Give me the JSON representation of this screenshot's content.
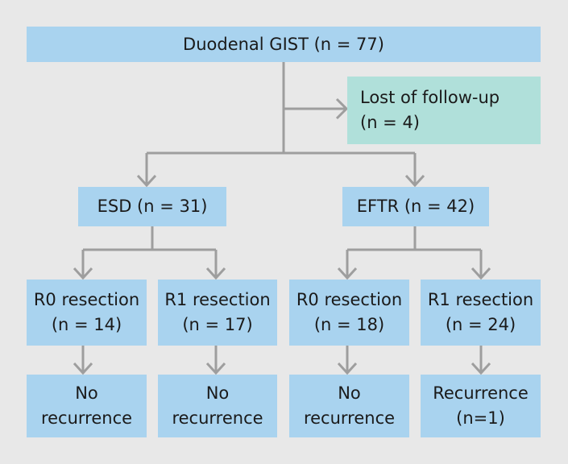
{
  "root": {
    "label": "Duodenal GIST (n = 77)"
  },
  "lost": {
    "line1": "Lost of follow-up",
    "line2": "(n = 4)"
  },
  "esd": {
    "label": "ESD (n = 31)",
    "r0": {
      "line1": "R0 resection",
      "line2": "(n = 14)",
      "outcome1": "No",
      "outcome2": "recurrence"
    },
    "r1": {
      "line1": "R1 resection",
      "line2": "(n = 17)",
      "outcome1": "No",
      "outcome2": "recurrence"
    }
  },
  "eftr": {
    "label": "EFTR (n = 42)",
    "r0": {
      "line1": "R0 resection",
      "line2": "(n = 18)",
      "outcome1": "No",
      "outcome2": "recurrence"
    },
    "r1": {
      "line1": "R1 resection",
      "line2": "(n = 24)",
      "outcome1": "Recurrence",
      "outcome2": "(n=1)"
    }
  },
  "colors": {
    "box": "#a9d3ef",
    "lost_box": "#b0e0da",
    "background": "#e8e8e8",
    "connector": "#9e9e9e"
  }
}
